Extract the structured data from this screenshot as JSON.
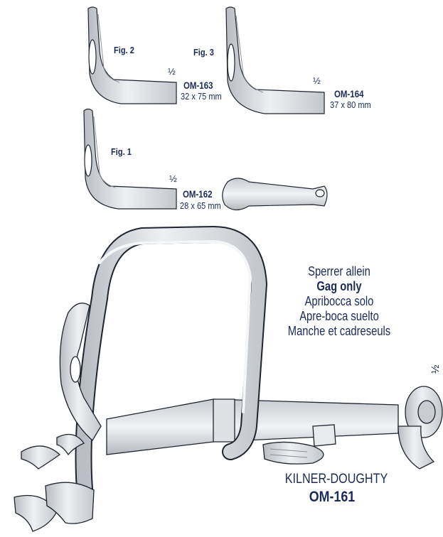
{
  "figures": [
    {
      "fig_label": "Fig. 2",
      "half": "½",
      "code": "OM-163",
      "dims": "32 x 75 mm"
    },
    {
      "fig_label": "Fig. 3",
      "half": "½",
      "code": "OM-164",
      "dims": "37 x 80 mm"
    },
    {
      "fig_label": "Fig. 1",
      "half": "½",
      "code": "OM-162",
      "dims": "28 x 65 mm"
    }
  ],
  "gag_labels": [
    "Sperrer allein",
    "Gag only",
    "Apribocca solo",
    "Apre-boca suelto",
    "Manche et cadreseuls"
  ],
  "main_half": "½",
  "product_name": "KILNER-DOUGHTY",
  "product_code": "OM-161",
  "colors": {
    "text": "#1a2b56",
    "metal": "#d2d4d8",
    "outline": "#1e2530"
  }
}
